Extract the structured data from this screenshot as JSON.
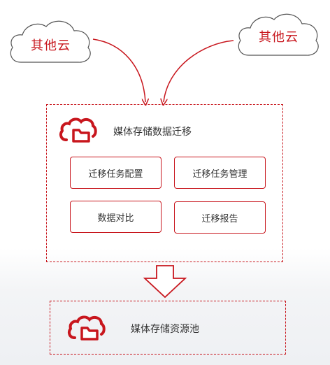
{
  "clouds": {
    "left_label": "其他云",
    "right_label": "其他云"
  },
  "migration": {
    "title": "媒体存储数据迁移",
    "buttons": [
      {
        "label": "迁移任务配置"
      },
      {
        "label": "迁移任务管理"
      },
      {
        "label": "数据对比"
      },
      {
        "label": "迁移报告"
      }
    ]
  },
  "pool": {
    "title": "媒体存储资源池"
  },
  "icons": {
    "brand_logo": "cloud-folder-icon",
    "flow_arrow": "down-arrow-icon"
  },
  "colors": {
    "accent": "#c8161d",
    "text": "#333333"
  }
}
